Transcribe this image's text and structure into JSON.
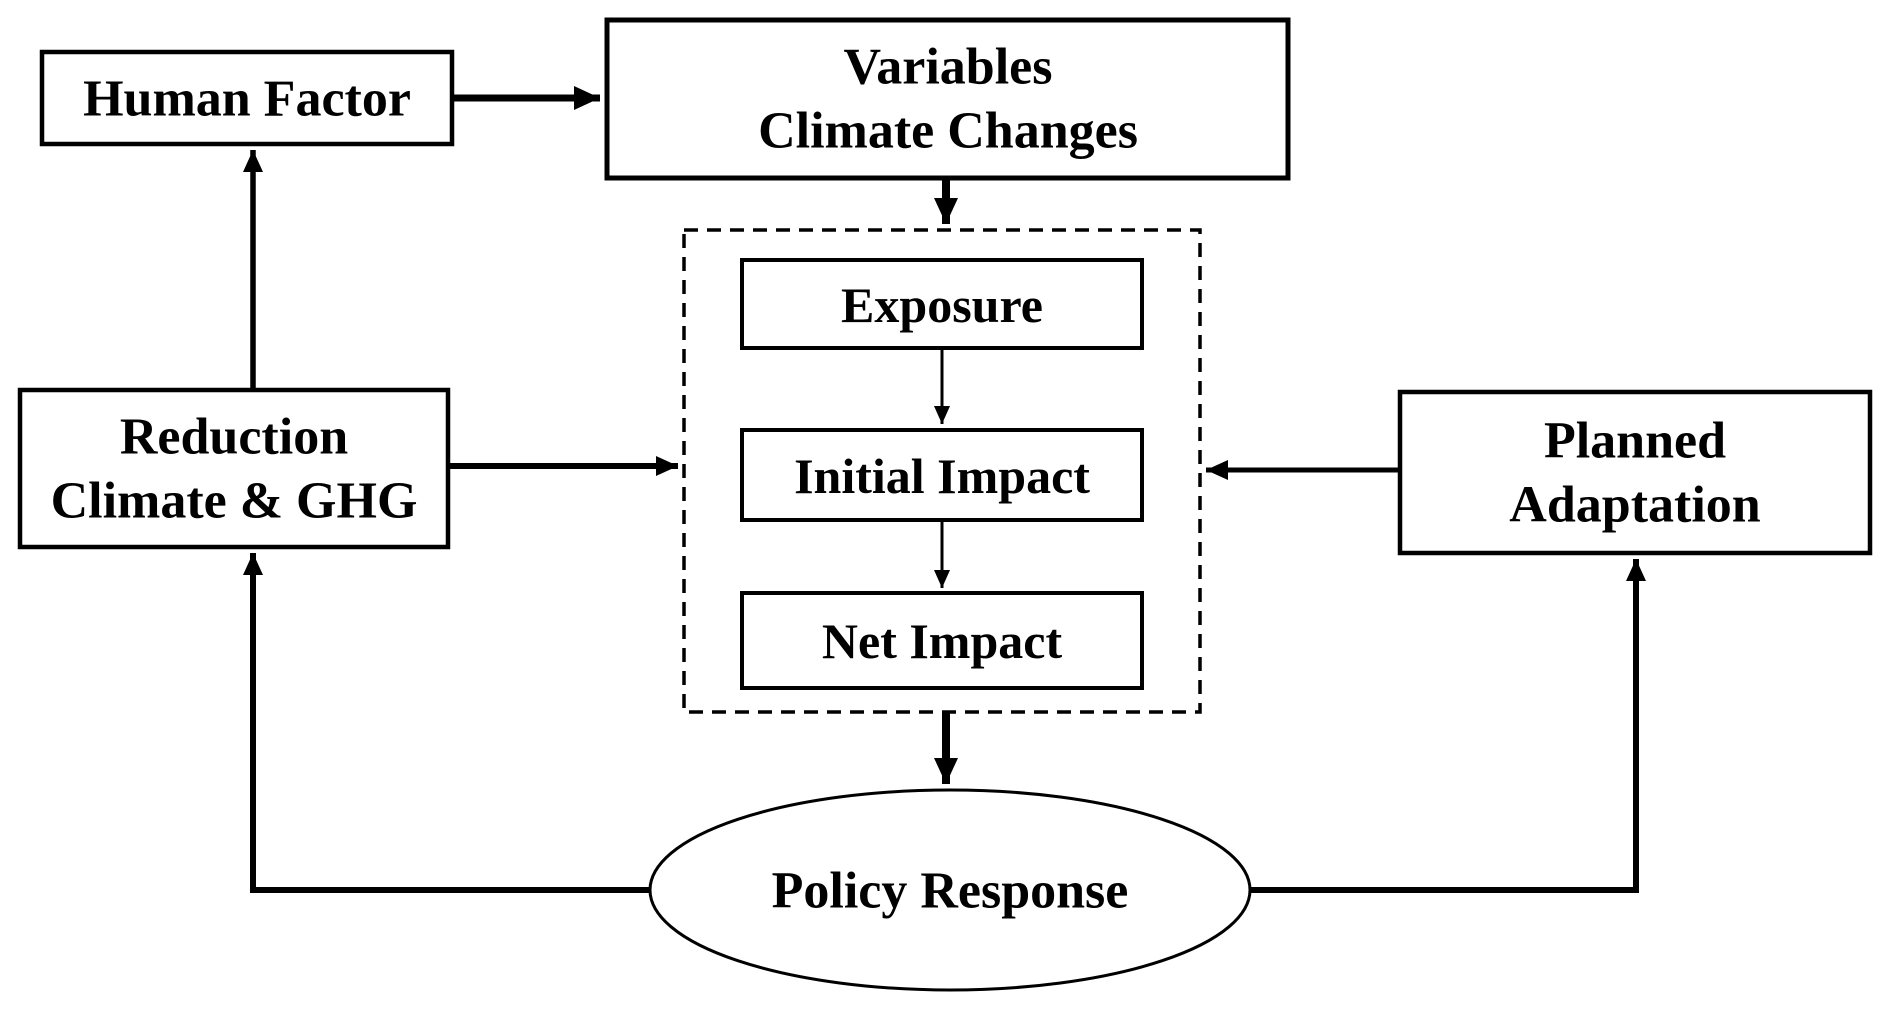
{
  "diagram": {
    "type": "flowchart",
    "background_color": "#ffffff",
    "line_color": "#000000",
    "text_color": "#000000",
    "nodes": {
      "human_factor": {
        "shape": "rectangle",
        "lines": [
          "Human Factor"
        ]
      },
      "variables_climate_changes": {
        "shape": "rectangle",
        "lines": [
          "Variables",
          "Climate Changes"
        ]
      },
      "impact_group": {
        "shape": "dashed-rectangle",
        "lines": []
      },
      "exposure": {
        "shape": "rectangle",
        "lines": [
          "Exposure"
        ]
      },
      "initial_impact": {
        "shape": "rectangle",
        "lines": [
          "Initial Impact"
        ]
      },
      "net_impact": {
        "shape": "rectangle",
        "lines": [
          "Net Impact"
        ]
      },
      "reduction_climate_ghg": {
        "shape": "rectangle",
        "lines": [
          "Reduction",
          "Climate & GHG"
        ]
      },
      "planned_adaptation": {
        "shape": "rectangle",
        "lines": [
          "Planned",
          "Adaptation"
        ]
      },
      "policy_response": {
        "shape": "ellipse",
        "lines": [
          "Policy Response"
        ]
      }
    },
    "edges": [
      {
        "from": "human_factor",
        "to": "variables_climate_changes",
        "style": "bold"
      },
      {
        "from": "variables_climate_changes",
        "to": "impact_group",
        "style": "bold"
      },
      {
        "from": "exposure",
        "to": "initial_impact",
        "style": "thin"
      },
      {
        "from": "initial_impact",
        "to": "net_impact",
        "style": "thin"
      },
      {
        "from": "impact_group",
        "to": "policy_response",
        "style": "bold"
      },
      {
        "from": "reduction_climate_ghg",
        "to": "impact_group",
        "style": "medium"
      },
      {
        "from": "planned_adaptation",
        "to": "impact_group",
        "style": "medium"
      },
      {
        "from": "reduction_climate_ghg",
        "to": "human_factor",
        "style": "medium"
      },
      {
        "from": "policy_response",
        "to": "reduction_climate_ghg",
        "style": "medium"
      },
      {
        "from": "policy_response",
        "to": "planned_adaptation",
        "style": "medium"
      }
    ]
  }
}
